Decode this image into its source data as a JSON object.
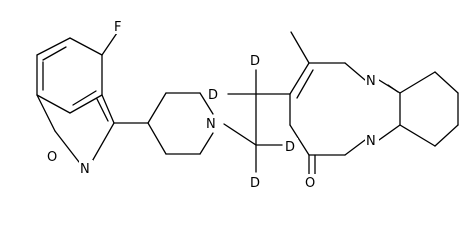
{
  "structure": {
    "atoms": {
      "fluorine": "F",
      "isoxazole_oxygen": "O",
      "isoxazole_nitrogen": "N",
      "piperidine_nitrogen": "N",
      "deuterium_1": "D",
      "deuterium_2": "D",
      "deuterium_3": "D",
      "deuterium_4": "D",
      "pyrimidine_nitrogen_top": "N",
      "pyrimidine_nitrogen_bridge": "N",
      "carbonyl_oxygen": "O"
    },
    "colors": {
      "ink": "#000000",
      "background": "#ffffff"
    }
  }
}
